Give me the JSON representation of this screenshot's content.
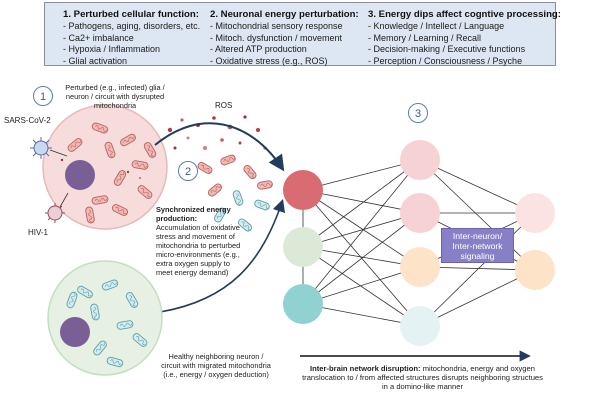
{
  "legend": {
    "col1": {
      "title": "1. Perturbed cellular function:",
      "items": [
        "- Pathogens, aging, disorders, etc.",
        "- Ca2+ imbalance",
        "- Hypoxia / Inflammation",
        "- Glial activation"
      ]
    },
    "col2": {
      "title": "2. Neuronal energy perturbation:",
      "items": [
        "- Mitochondrial sensory response",
        "- Mitoch. dysfunction / movement",
        "- Altered ATP production",
        "- Oxidative stress (e.g., ROS)"
      ]
    },
    "col3": {
      "title": "3. Energy dips affect cogntive processing:",
      "items": [
        "- Knowledge / Intellect / Language",
        "- Memory / Learning / Recall",
        "- Decision-making / Executive functions",
        "- Perception / Consciousness / Psyche"
      ]
    }
  },
  "badges": {
    "one": "1",
    "two": "2",
    "three": "3"
  },
  "labels": {
    "perturbed_cell": "Perturbed (e.g., infected) glia / neuron / circuit with dysrupted mitochondria",
    "sars": "SARS-CoV-2",
    "hiv": "HIV-1",
    "ros": "ROS",
    "sync_title": "Synchronized energy production:",
    "sync_body": "Accumulation of oxidative stress and movement of mitochondria to perturbed micro-environments (e.g., extra oxygen supply to meet energy demand)",
    "healthy_cell": "Healthy neighboring neuron / circuit with migrated mitochondria (i.e., energy / oxygen deduction)",
    "signaling": "Inter-neuron/ Inter-network signaling",
    "disruption_title": "Inter-brain network disruption:",
    "disruption_body": "mitochondria, energy and oxygen translocation to / from affected structures disrupts neighboring structues in a domino-like manner"
  },
  "colors": {
    "legend_bg": "#dde7f3",
    "perturbed_cell": "#f7dcdc",
    "healthy_cell": "#e6f1e4",
    "nucleus": "#7a5f96",
    "node_red": "#d96b73",
    "node_pink": "#f7d2d4",
    "node_green": "#dbe9d6",
    "node_cyan": "#8fd2d1",
    "node_orange": "#fde3c7",
    "signal_box": "#8880c6",
    "arrow": "#233b5c"
  }
}
